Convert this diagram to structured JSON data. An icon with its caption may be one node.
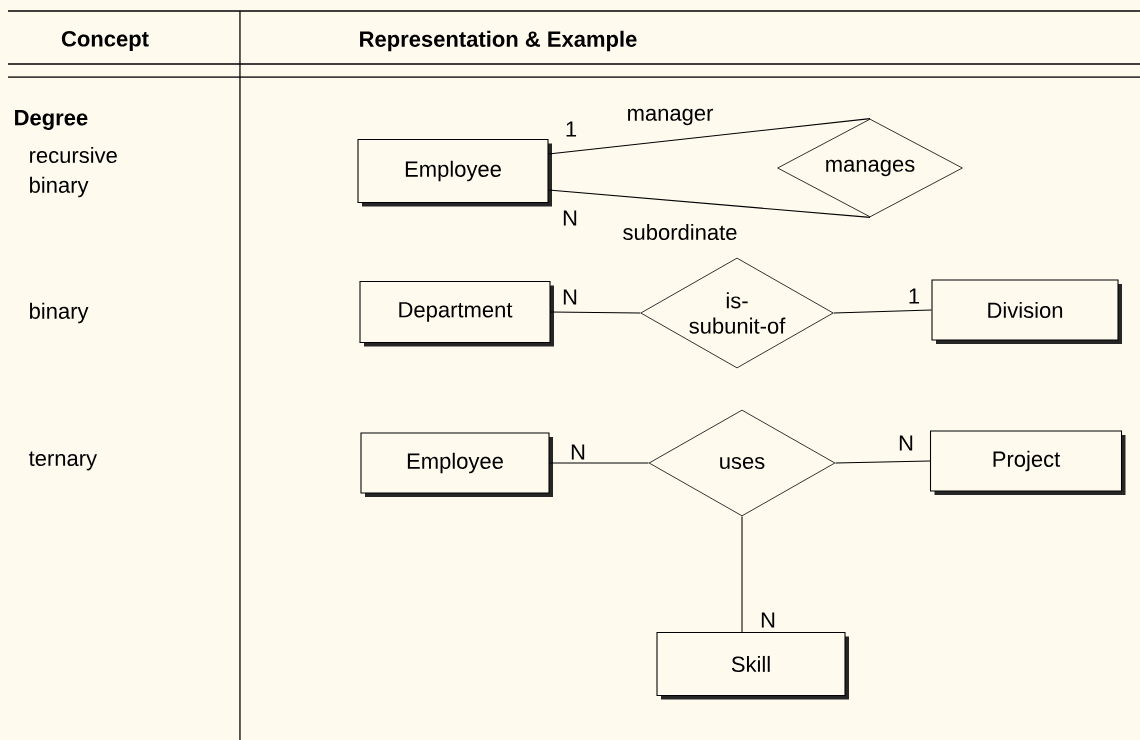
{
  "diagram": {
    "nodes": [
      {
        "text": [
          "Employee"
        ]
      },
      {
        "text": [
          "manages"
        ]
      },
      {
        "text": [
          "Department"
        ]
      },
      {
        "text": [
          "is- subunit-of"
        ]
      },
      {
        "text": [
          "Division"
        ]
      },
      {
        "text": [
          "Employee"
        ]
      },
      {
        "text": [
          "uses"
        ]
      },
      {
        "text": [
          "Project"
        ]
      },
      {
        "text": [
          "Skill"
        ]
      }
    ],
    "edges": [
      {
        "from": 0,
        "to": 1,
        "arrow": "none",
        "label": "manager"
      },
      {
        "from": 0,
        "to": 1,
        "arrow": "none",
        "label": "subordinate"
      },
      {
        "from": 2,
        "to": 3,
        "arrow": "none"
      },
      {
        "from": 3,
        "to": 4,
        "arrow": "none"
      },
      {
        "from": 5,
        "to": 6,
        "arrow": "none"
      },
      {
        "from": 6,
        "to": 7,
        "arrow": "none"
      },
      {
        "from": 6,
        "to": 8,
        "arrow": "none"
      }
    ],
    "labels": [
      "Concept",
      "Representation & Example",
      "Degree",
      "recursive",
      "binary",
      "binary",
      "ternary",
      "1",
      "N",
      "N",
      "1",
      "N",
      "N",
      "N"
    ]
  }
}
